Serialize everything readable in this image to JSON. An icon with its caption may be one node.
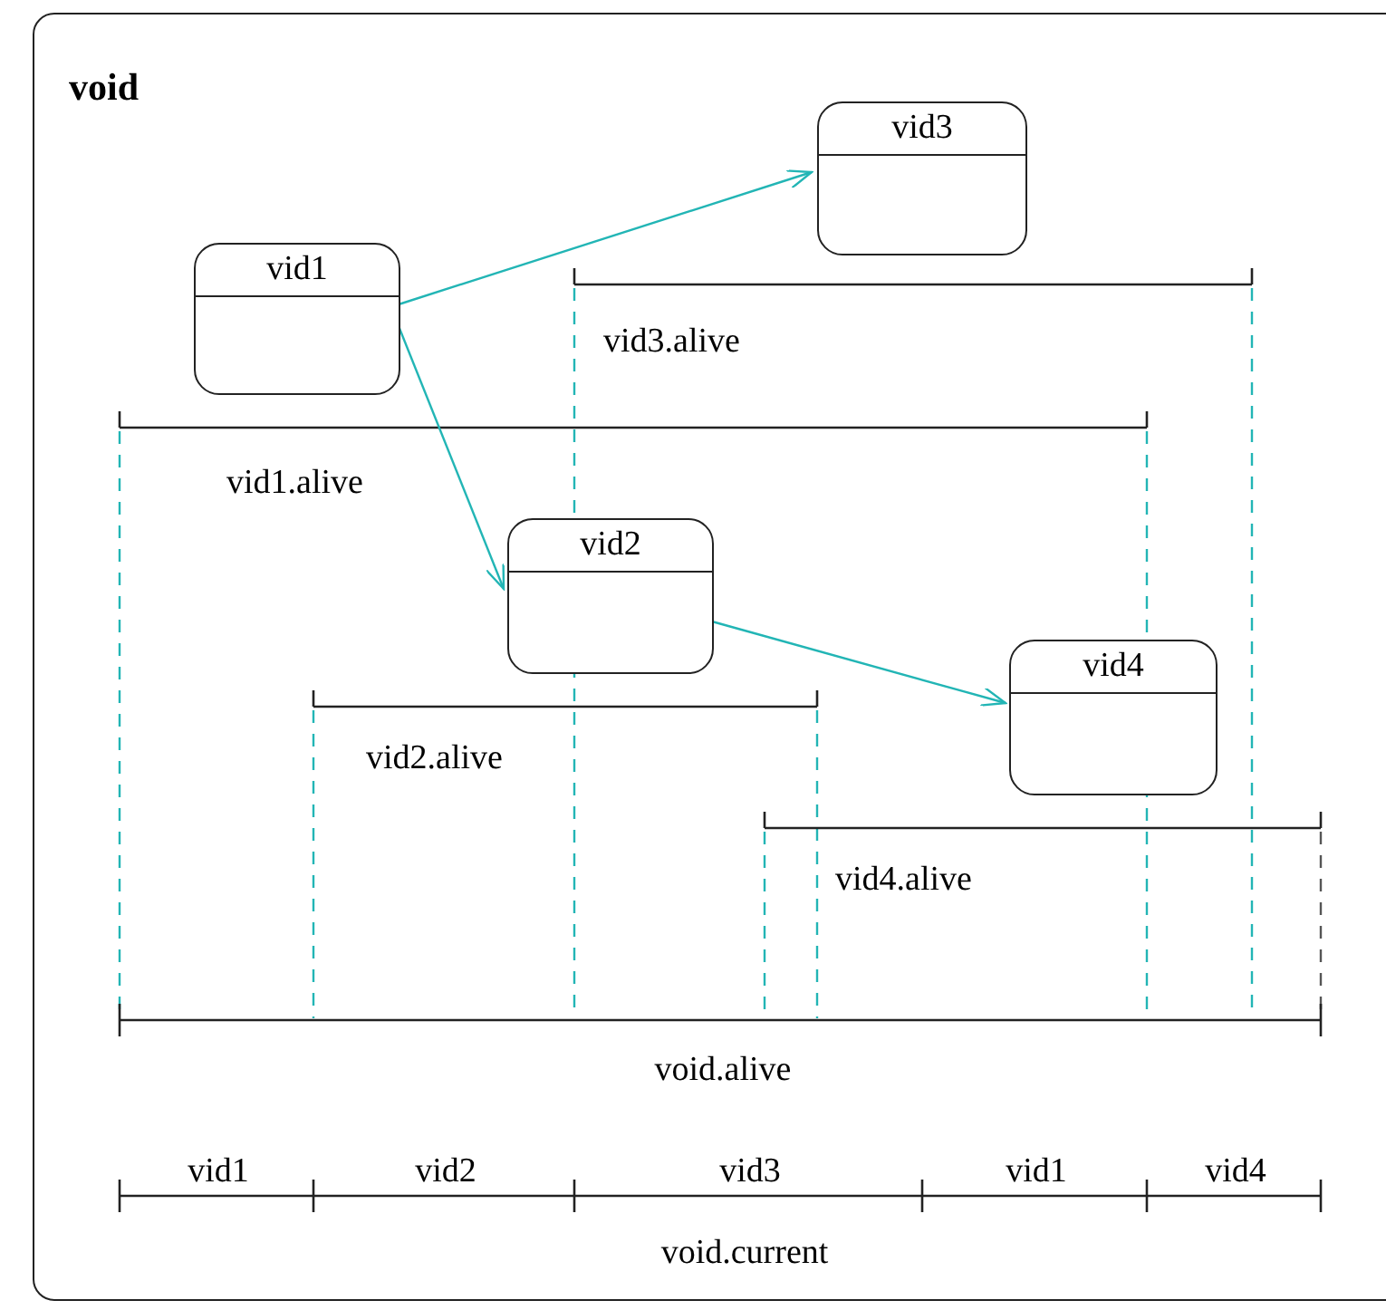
{
  "diagram": {
    "nodes": [
      {
        "text": [
          "void"
        ]
      },
      {
        "text": [
          "vid3"
        ],
        "in": 0
      },
      {
        "text": [
          "vid1"
        ],
        "in": 0
      },
      {
        "text": [
          "vid2"
        ],
        "in": 0
      },
      {
        "text": [
          "vid4"
        ],
        "in": 0
      }
    ],
    "edges": [
      {
        "from": 2,
        "to": 1,
        "arrow": "to"
      },
      {
        "from": 2,
        "to": 3,
        "arrow": "to"
      },
      {
        "from": 3,
        "to": 4,
        "arrow": "to"
      }
    ],
    "labels": [
      "vid3.alive",
      "vid1.alive",
      "vid2.alive",
      "vid4.alive",
      "void.alive",
      "vid1",
      "vid2",
      "vid3",
      "vid1",
      "vid4",
      "void.current"
    ]
  }
}
